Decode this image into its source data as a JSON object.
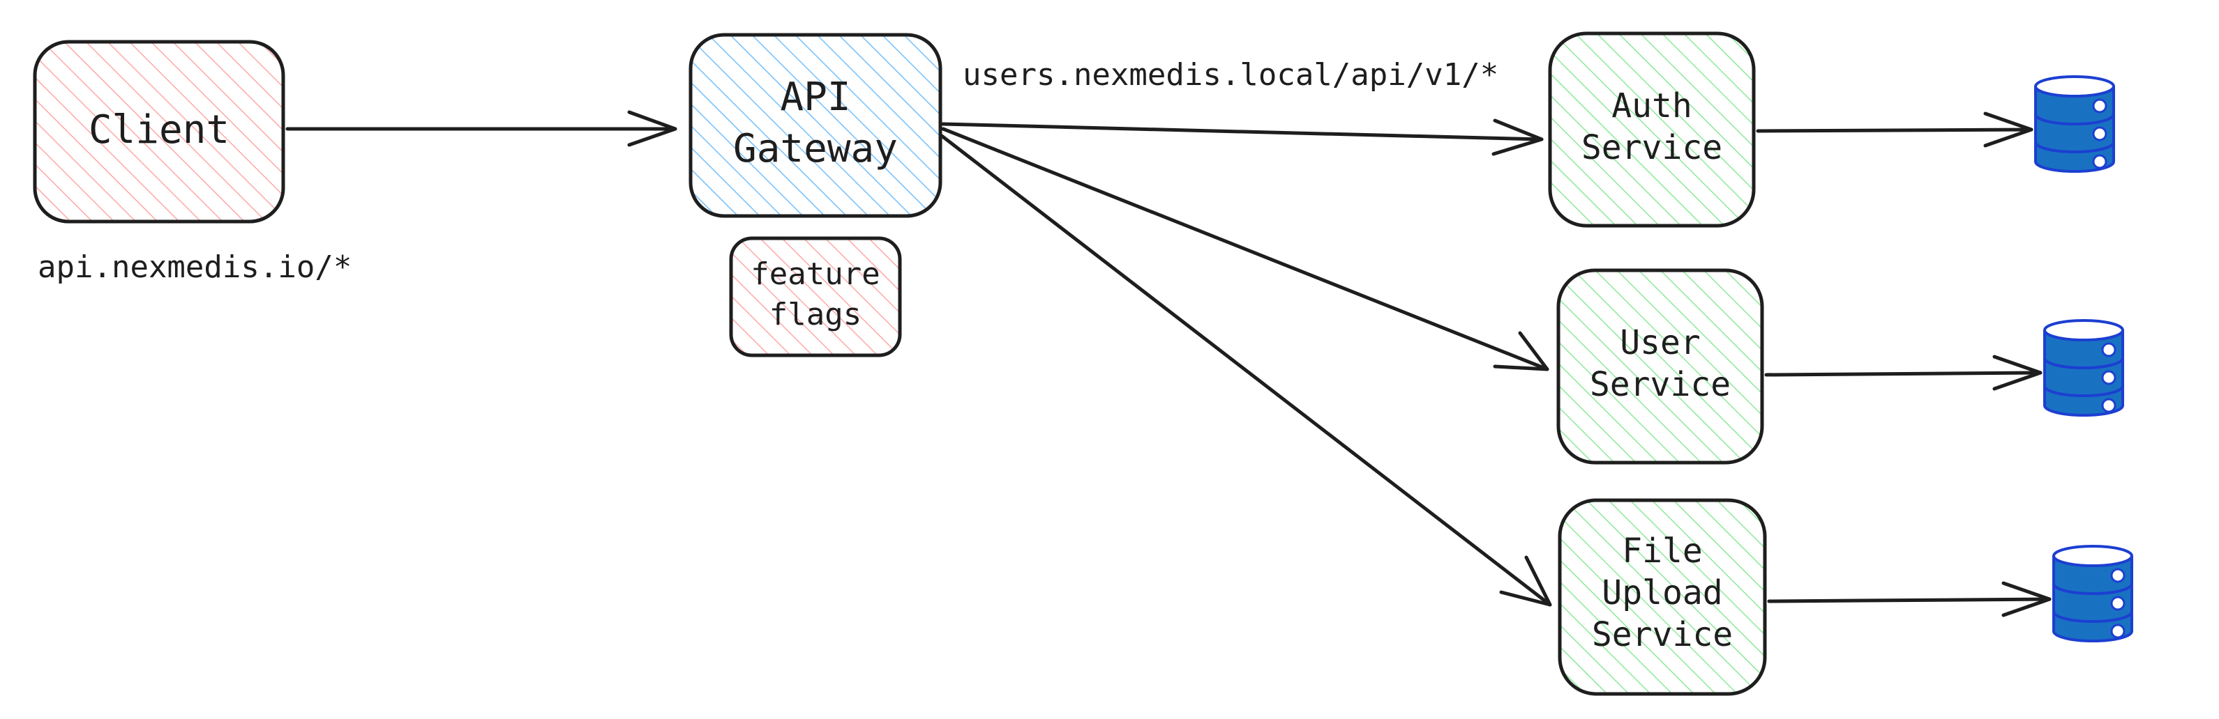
{
  "nodes": {
    "client": {
      "lines": [
        "Client"
      ],
      "fill": "#ffc9c9"
    },
    "gateway": {
      "lines": [
        "API",
        "Gateway"
      ],
      "fill": "#a5d8ff"
    },
    "feature_flags": {
      "lines": [
        "feature",
        "flags"
      ],
      "fill": "#ffc9c9"
    },
    "auth": {
      "lines": [
        "Auth",
        "Service"
      ],
      "fill": "#b2f2bb"
    },
    "user": {
      "lines": [
        "User",
        "Service"
      ],
      "fill": "#b2f2bb"
    },
    "file": {
      "lines": [
        "File",
        "Upload",
        "Service"
      ],
      "fill": "#b2f2bb"
    }
  },
  "edge_labels": {
    "client_url": "api.nexmedis.io/*",
    "users_url": "users.nexmedis.local/api/v1/*"
  },
  "icons": {
    "database": "database-icon",
    "database_color": "#1971c2",
    "database_outline": "#1c3fd1"
  },
  "colors": {
    "stroke": "#1e1e1e"
  }
}
